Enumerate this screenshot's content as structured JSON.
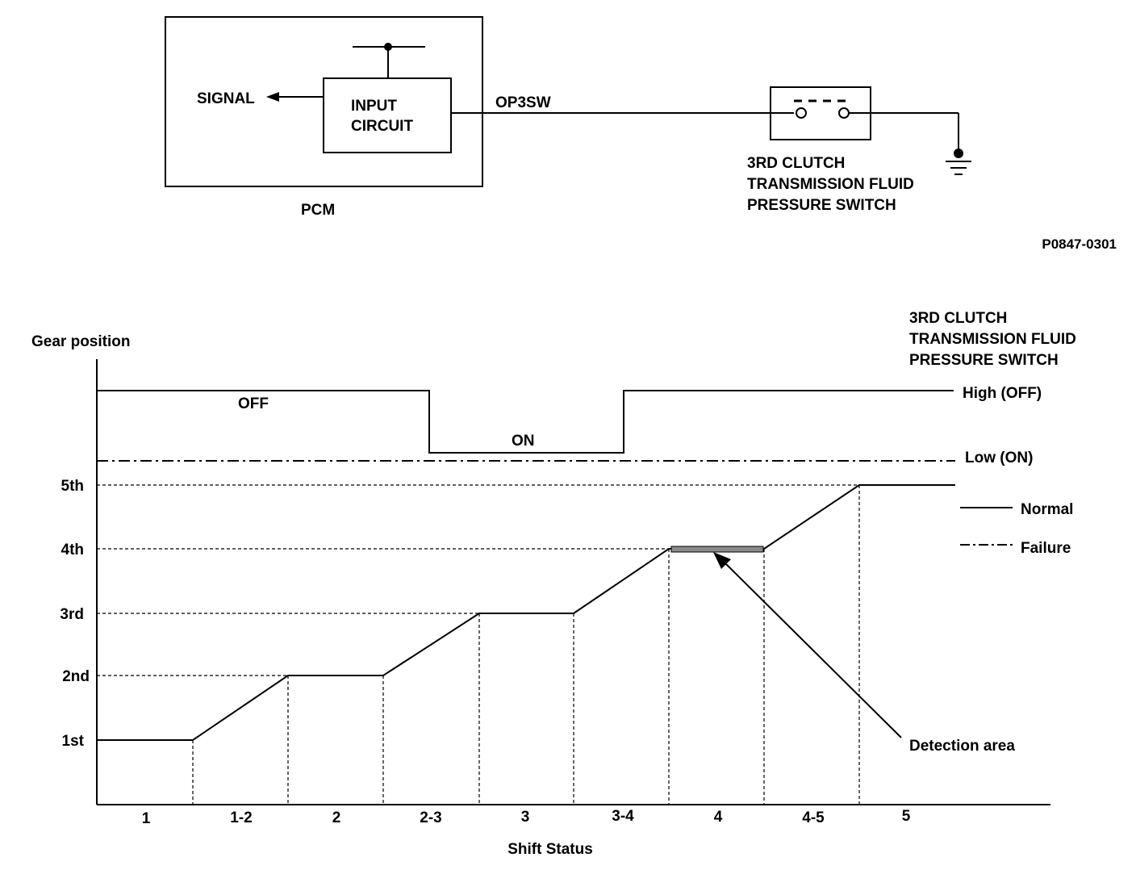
{
  "circuit": {
    "signal_label": "SIGNAL",
    "input_circuit_line1": "INPUT",
    "input_circuit_line2": "CIRCUIT",
    "pcm_label": "PCM",
    "wire_label": "OP3SW",
    "switch_label_line1": "3RD CLUTCH",
    "switch_label_line2": "TRANSMISSION FLUID",
    "switch_label_line3": "PRESSURE SWITCH",
    "figure_code": "P0847-0301"
  },
  "timing": {
    "y_axis_title": "Gear position",
    "x_axis_title": "Shift Status",
    "switch_title_line1": "3RD CLUTCH",
    "switch_title_line2": "TRANSMISSION FLUID",
    "switch_title_line3": "PRESSURE SWITCH",
    "high_label": "High (OFF)",
    "low_label": "Low (ON)",
    "off_label": "OFF",
    "on_label": "ON",
    "gears": [
      "1st",
      "2nd",
      "3rd",
      "4th",
      "5th"
    ],
    "shift_status": [
      "1",
      "1-2",
      "2",
      "2-3",
      "3",
      "3-4",
      "4",
      "4-5",
      "5"
    ],
    "legend": {
      "normal": "Normal",
      "failure": "Failure"
    },
    "detection_label": "Detection area"
  }
}
